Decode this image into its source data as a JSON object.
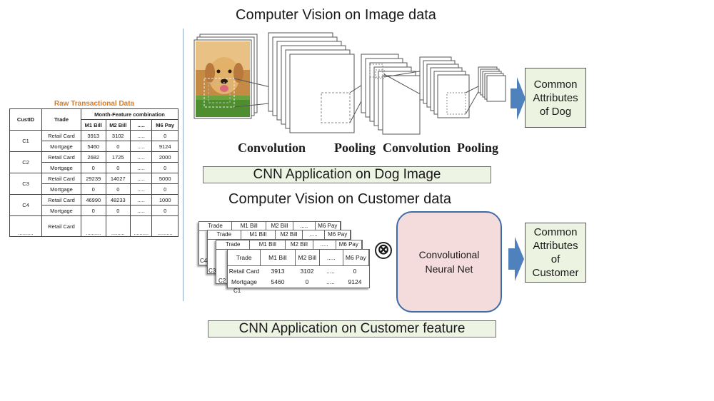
{
  "top": {
    "title": "Computer Vision on Image data",
    "stages": [
      "Convolution",
      "Pooling",
      "Convolution",
      "Pooling"
    ],
    "output_lines": [
      "Common",
      "Attributes",
      "of Dog"
    ],
    "banner": "CNN Application on Dog Image"
  },
  "bottom": {
    "title": "Computer Vision on Customer data",
    "operator": "⊗",
    "cnn_lines": [
      "Convolutional",
      "Neural Net"
    ],
    "output_lines": [
      "Common",
      "Attributes",
      "of",
      "Customer"
    ],
    "banner": "CNN Application on Customer feature",
    "card_header": [
      "Trade",
      "M1 Bill",
      "M2 Bill",
      ".....",
      "M6 Pay"
    ],
    "card_rows": [
      [
        "Retail Card",
        "3913",
        "3102",
        ".....",
        "0"
      ],
      [
        "Mortgage",
        "5460",
        "0",
        ".....",
        "9124"
      ]
    ],
    "card_labels": [
      "C4",
      "C3",
      "C2",
      "C1"
    ]
  },
  "raw_table": {
    "title": "Raw Transactional Data",
    "col_custid": "CustID",
    "col_trade": "Trade",
    "group_header": "Month-Feature combination",
    "sub_headers": [
      "M1 Bill",
      "M2 Bill",
      ".....",
      "M6 Pay"
    ],
    "customers": [
      {
        "id": "C1",
        "rows": [
          [
            "Retail Card",
            "3913",
            "3102",
            ".....",
            "0"
          ],
          [
            "Mortgage",
            "5460",
            "0",
            ".....",
            "9124"
          ]
        ]
      },
      {
        "id": "C2",
        "rows": [
          [
            "Retail Card",
            "2682",
            "1725",
            ".....",
            "2000"
          ],
          [
            "Mortgage",
            "0",
            "0",
            ".....",
            "0"
          ]
        ]
      },
      {
        "id": "C3",
        "rows": [
          [
            "Retail Card",
            "29239",
            "14027",
            ".....",
            "5000"
          ],
          [
            "Mortgage",
            "0",
            "0",
            ".....",
            "0"
          ]
        ]
      },
      {
        "id": "C4",
        "rows": [
          [
            "Retail Card",
            "46990",
            "48233",
            ".....",
            "1000"
          ],
          [
            "Mortgage",
            "0",
            "0",
            ".....",
            "0"
          ]
        ]
      }
    ],
    "last_row": {
      "id": "..........",
      "trade": "Retail Card",
      "cells": [
        "..........",
        ".........",
        "..........",
        ".........."
      ]
    }
  },
  "colors": {
    "arrow": "#4f81bd",
    "banner_fill": "#eef4e4",
    "cnn_fill": "#f5dcdc",
    "raw_title": "#e07a1f"
  }
}
